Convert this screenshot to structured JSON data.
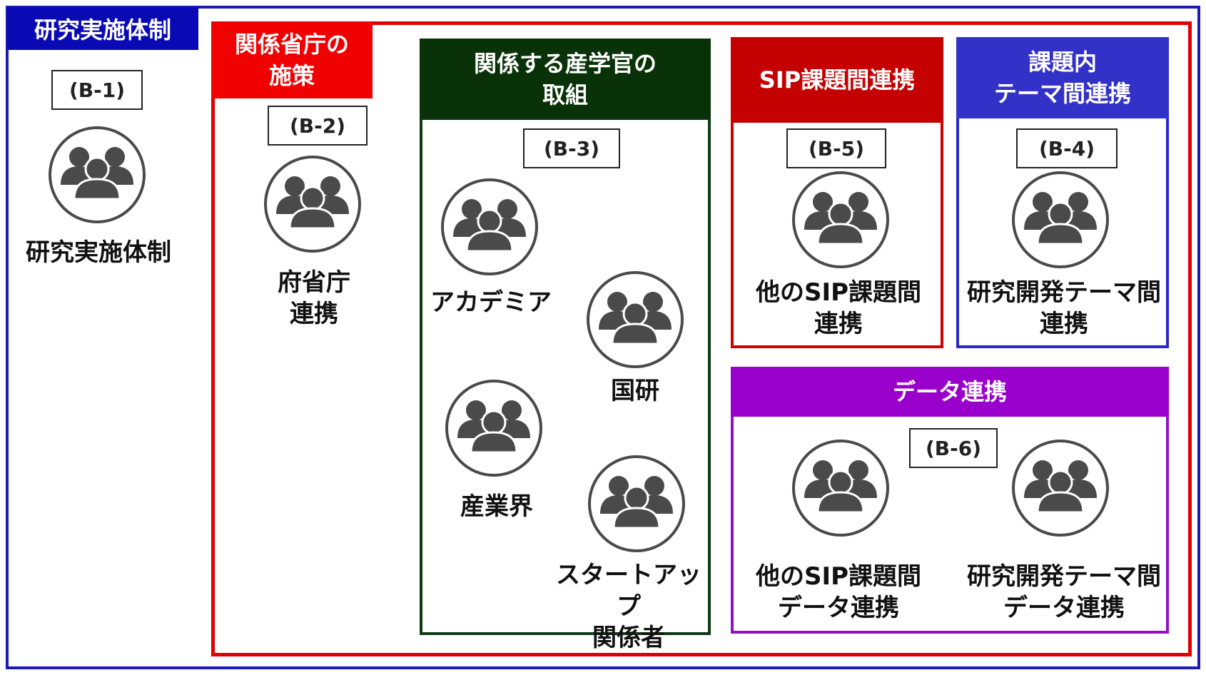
{
  "colors": {
    "outer_border": "#1a1ab4",
    "main_header": "#0a0ab4",
    "policy_border": "#e00000",
    "policy_header": "#f00000",
    "iag_border": "#0f3a14",
    "iag_header": "#0a3208",
    "sip_border": "#d00000",
    "sip_header": "#c40000",
    "theme_border": "#2828c8",
    "theme_header": "#3232c8",
    "data_border": "#8f10c8",
    "data_header": "#9900cc",
    "icon": "#4a4a4a"
  },
  "main": {
    "title": "研究実施体制",
    "tag": "(B-1)",
    "label": "研究実施体制",
    "icon": "people-group-icon"
  },
  "policy": {
    "title_line1": "関係省庁の",
    "title_line2": "施策",
    "tag": "(B-2)",
    "label_line1": "府省庁",
    "label_line2": "連携"
  },
  "industry": {
    "title_line1": "関係する産学官の",
    "title_line2": "取組",
    "tag": "(B-3)",
    "academia": "アカデミア",
    "national_lab": "国研",
    "industry_label": "産業界",
    "startup_line1": "スタートアップ",
    "startup_line2": "関係者"
  },
  "sip": {
    "title": "SIP課題間連携",
    "tag": "(B-5)",
    "label_line1": "他のSIP課題間",
    "label_line2": "連携"
  },
  "theme": {
    "title_line1": "課題内",
    "title_line2": "テーマ間連携",
    "tag": "(B-4)",
    "label_line1": "研究開発テーマ間",
    "label_line2": "連携"
  },
  "data_link": {
    "title": "データ連携",
    "tag": "(B-6)",
    "left_line1": "他のSIP課題間",
    "left_line2": "データ連携",
    "right_line1": "研究開発テーマ間",
    "right_line2": "データ連携"
  }
}
